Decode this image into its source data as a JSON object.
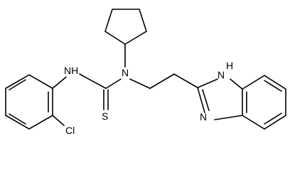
{
  "molecule": {
    "atoms": {
      "nh_thiourea": "NH",
      "n_central": "N",
      "sulfur": "S",
      "chlorine": "Cl",
      "nh_imidazole": "H\nN",
      "n_imidazole": "N"
    },
    "colors": {
      "bond": "#000000",
      "label": "#000000",
      "background": "#ffffff"
    }
  }
}
